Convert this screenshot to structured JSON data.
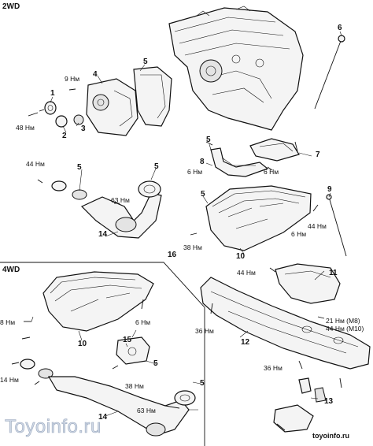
{
  "sections": {
    "top": "2WD",
    "bottom": "4WD"
  },
  "torque": {
    "t9": "9 Нм",
    "t48": "48 Нм",
    "t44a": "44 Нм",
    "t63a": "63 Нм",
    "t6a": "6 Нм",
    "t6b": "6 Нм",
    "t6c": "6 Нм",
    "t44b": "44 Нм",
    "t38a": "38 Нм",
    "t44c": "44 Нм",
    "t8": "8 Нм",
    "t6d": "6 Нм",
    "t36a": "36 Нм",
    "t21": "21 Нм (M8)",
    "t44m10": "44 Нм (M10)",
    "t14": "14 Нм",
    "t38b": "38 Нм",
    "t36b": "36 Нм",
    "t63b": "63 Нм"
  },
  "parts": {
    "p1": "1",
    "p2": "2",
    "p3": "3",
    "p4": "4",
    "p5a": "5",
    "p6": "6",
    "p7": "7",
    "p8": "8",
    "p5b": "5",
    "p5c": "5",
    "p9": "9",
    "p14a": "14",
    "p5d": "5",
    "p16": "16",
    "p10a": "10",
    "p11": "11",
    "p5e": "5",
    "p10b": "10",
    "p12": "12",
    "p15": "15",
    "p5f": "5",
    "p13": "13",
    "p5g": "5",
    "p14b": "14"
  },
  "watermarks": {
    "left": "Toyoinfo.ru",
    "right": "toyoinfo.ru"
  }
}
